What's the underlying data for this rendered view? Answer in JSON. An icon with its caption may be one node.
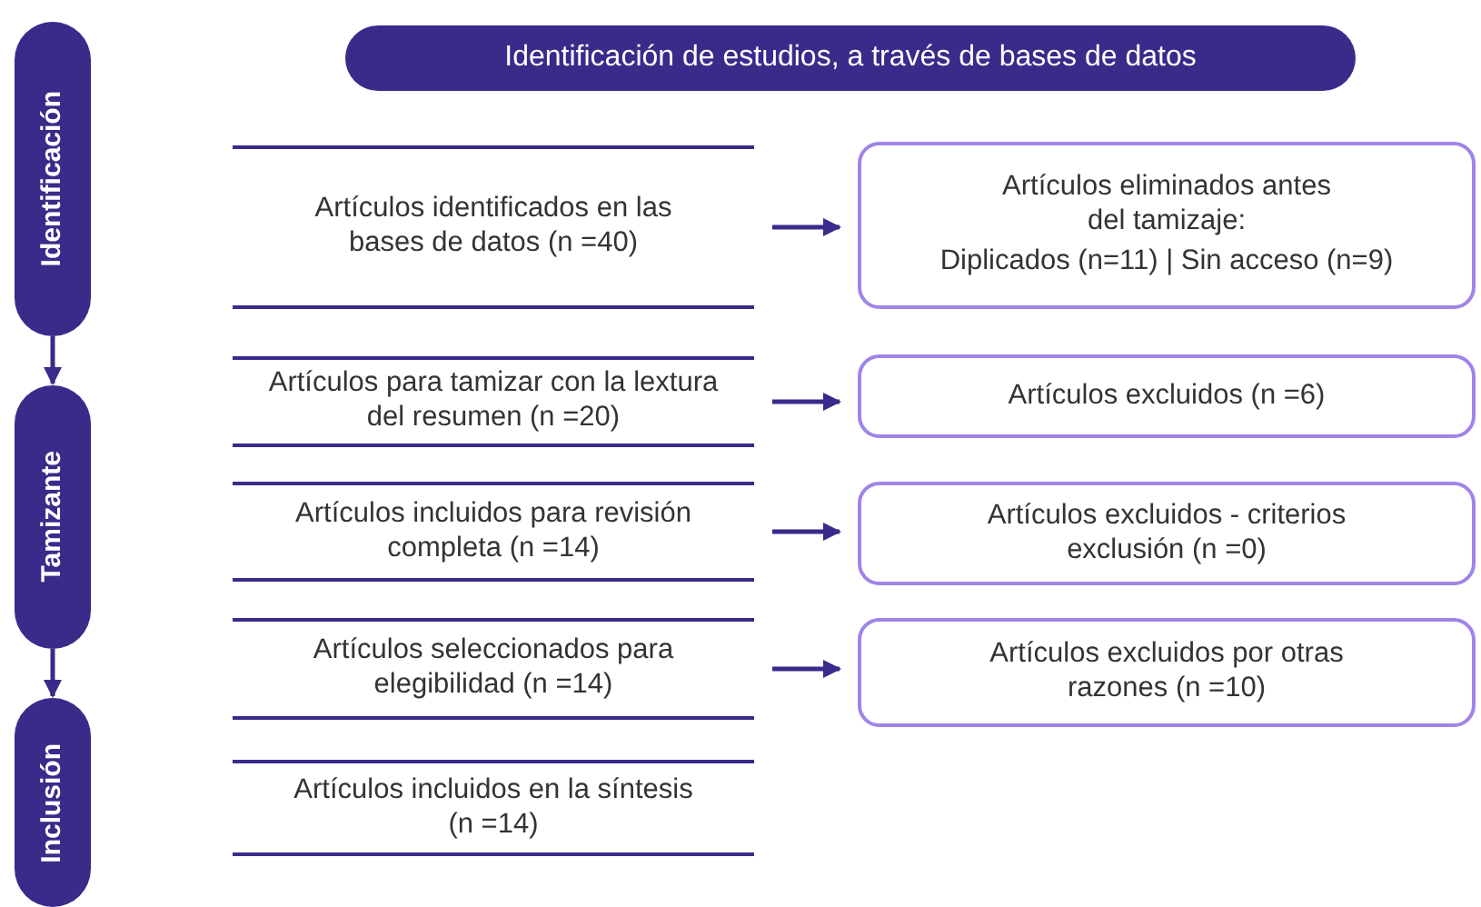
{
  "diagram": {
    "nodes": [
      {
        "text": [
          "Identificación"
        ]
      },
      {
        "text": [
          "Tamizante"
        ]
      },
      {
        "text": [
          "Inclusión"
        ]
      },
      {
        "text": [
          "Identificación de estudios, a través de bases de datos"
        ]
      },
      {
        "text": [
          "Artículos identificados en las bases de datos (n =40)"
        ]
      },
      {
        "text": [
          "Artículos eliminados antes del tamizaje:",
          "Diplicados (n=11) | Sin acceso (n=9)"
        ]
      },
      {
        "text": [
          "Artículos para tamizar con la lextura del resumen (n =20)"
        ]
      },
      {
        "text": [
          "Artículos excluidos (n =6)"
        ]
      },
      {
        "text": [
          "Artículos incluidos para revisión completa (n =14)"
        ]
      },
      {
        "text": [
          "Artículos excluidos - criterios exclusión (n =0)"
        ]
      },
      {
        "text": [
          "Artículos seleccionados para elegibilidad (n =14)"
        ]
      },
      {
        "text": [
          "Artículos excluidos por otras razones (n =10)"
        ]
      },
      {
        "text": [
          "Artículos incluidos en la síntesis (n =14)"
        ]
      }
    ],
    "edges": [
      {
        "from": 0,
        "to": 1,
        "arrow": "to"
      },
      {
        "from": 1,
        "to": 2,
        "arrow": "to"
      },
      {
        "from": 4,
        "to": 5,
        "arrow": "to"
      },
      {
        "from": 6,
        "to": 7,
        "arrow": "to"
      },
      {
        "from": 8,
        "to": 9,
        "arrow": "to"
      },
      {
        "from": 10,
        "to": 11,
        "arrow": "to"
      }
    ]
  }
}
